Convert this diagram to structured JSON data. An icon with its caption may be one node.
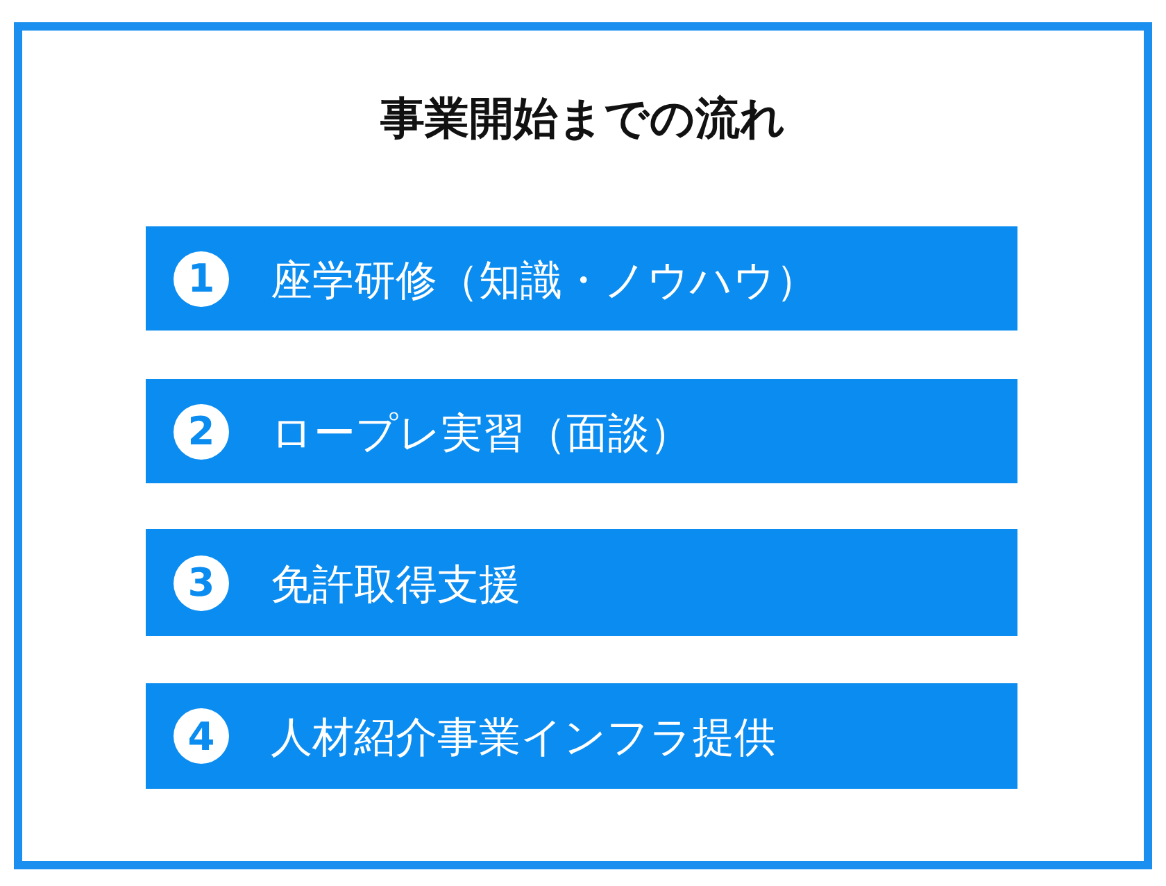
{
  "diagram": {
    "title": "事業開始までの流れ",
    "nodes": [
      {
        "text": [
          "1",
          "座学研修（知識・ノウハウ）"
        ]
      },
      {
        "text": [
          "2",
          "ロープレ実習（面談）"
        ]
      },
      {
        "text": [
          "3",
          "免許取得支援"
        ]
      },
      {
        "text": [
          "4",
          "人材紹介事業インフラ提供"
        ]
      }
    ]
  }
}
